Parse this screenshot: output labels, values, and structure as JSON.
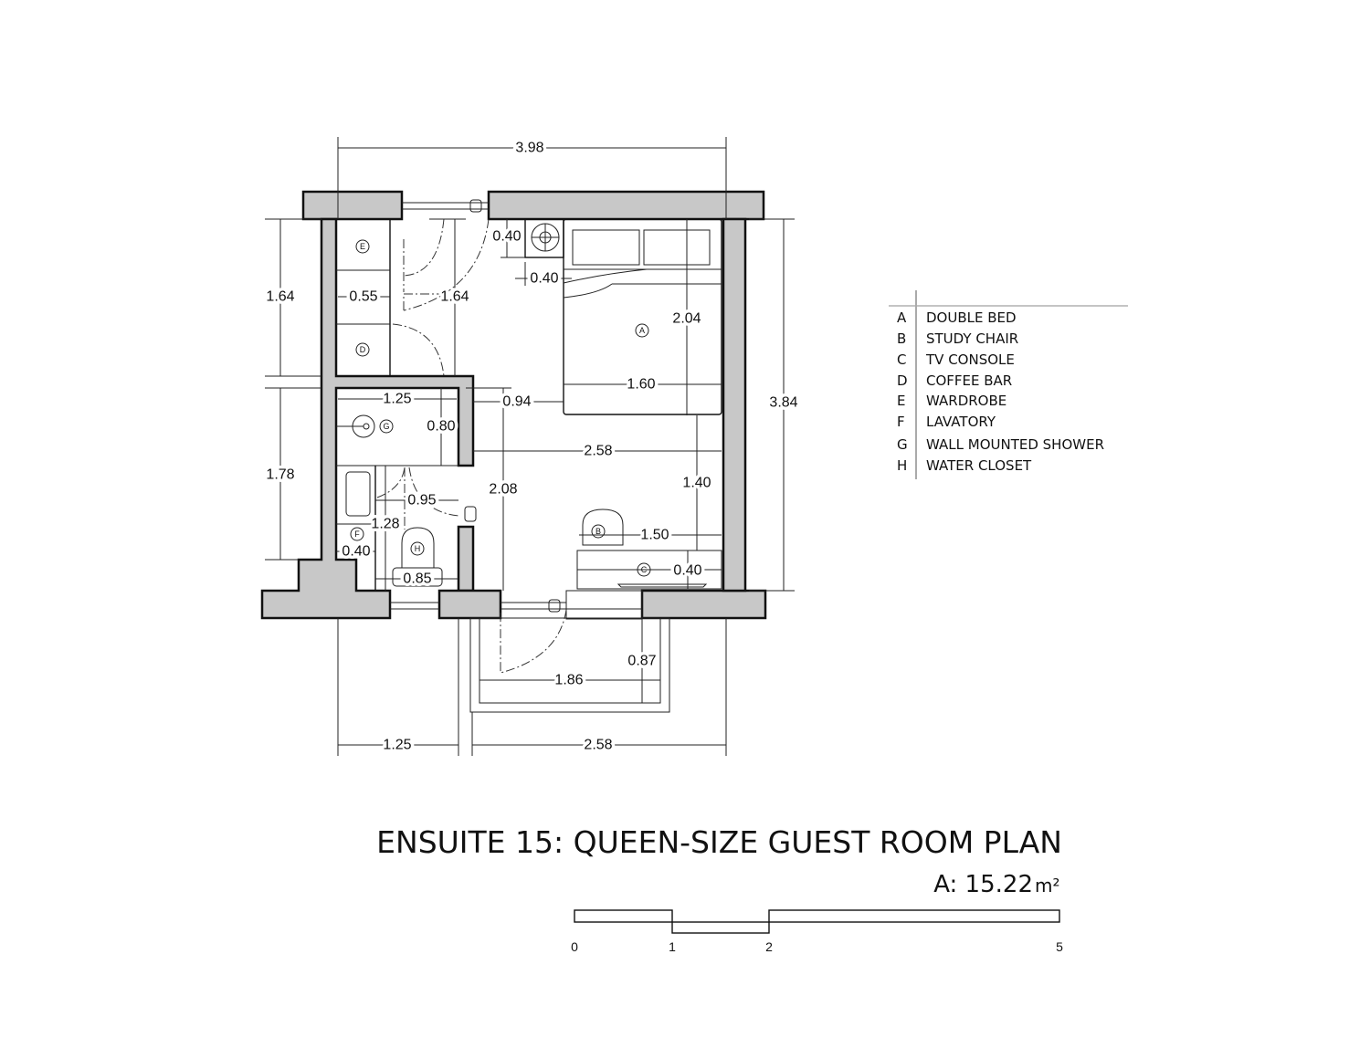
{
  "dimensions": [
    "3.98",
    "1.64",
    "0.55",
    "1.64",
    "0.40",
    "0.40",
    "2.04",
    "1.60",
    "0.94",
    "3.84",
    "1.25",
    "0.80",
    "1.78",
    "2.58",
    "1.40",
    "2.08",
    "0.95",
    "1.28",
    "1.50",
    "0.40",
    "0.40",
    "0.85",
    "0.87",
    "1.86",
    "1.25",
    "2.58"
  ],
  "tags": {
    "bed": "A",
    "chair": "B",
    "tv": "C",
    "coffee": "D",
    "wardrobe": "E",
    "lavatory": "F",
    "shower": "G",
    "wc": "H"
  },
  "legend": [
    {
      "key": "A",
      "label": "DOUBLE BED"
    },
    {
      "key": "B",
      "label": "STUDY CHAIR"
    },
    {
      "key": "C",
      "label": "TV CONSOLE"
    },
    {
      "key": "D",
      "label": "COFFEE BAR"
    },
    {
      "key": "E",
      "label": "WARDROBE"
    },
    {
      "key": "F",
      "label": "LAVATORY"
    },
    {
      "key": "G",
      "label": "WALL MOUNTED SHOWER"
    },
    {
      "key": "H",
      "label": "WATER CLOSET"
    }
  ],
  "title": "ENSUITE 15: QUEEN-SIZE GUEST ROOM PLAN",
  "area": {
    "label": "A: 15.22",
    "unit": "m²"
  },
  "scale_bar": {
    "ticks": [
      "0",
      "1",
      "2",
      "5"
    ]
  },
  "colors": {
    "wall": "#c8c8c8",
    "line": "#111111"
  }
}
